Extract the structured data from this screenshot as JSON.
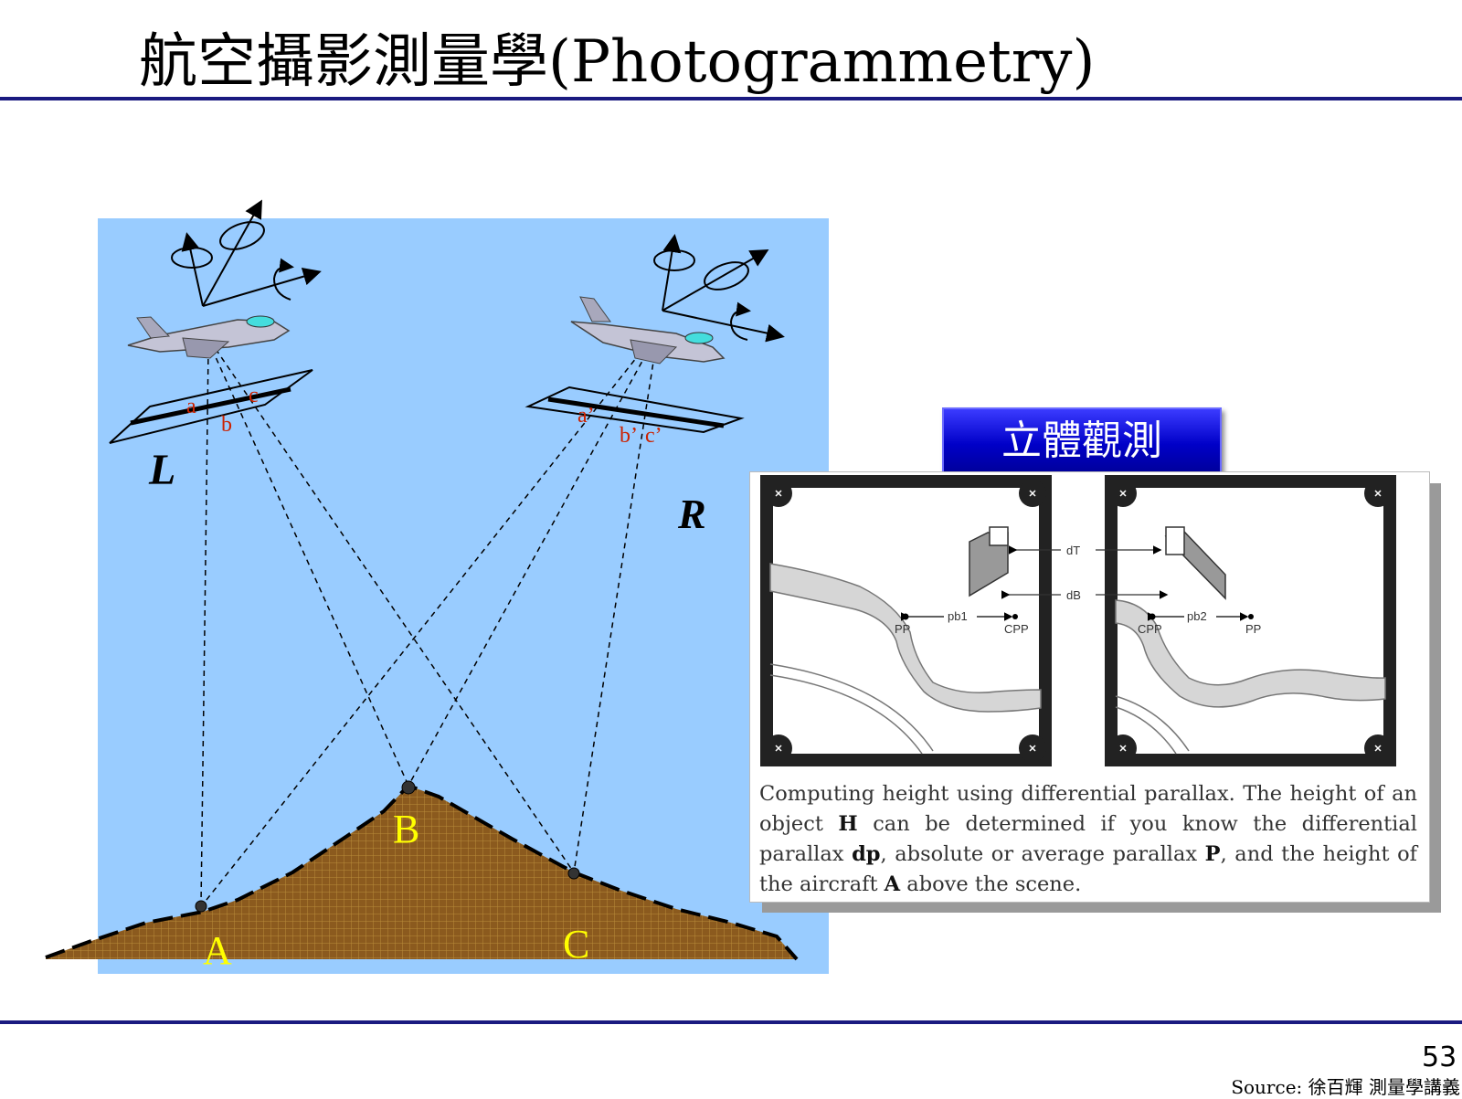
{
  "title": "航空攝影測量學(Photogrammetry)",
  "labels": {
    "left_photo": "L",
    "right_photo": "R",
    "left_images": [
      "a",
      "b",
      "c"
    ],
    "right_images": [
      "a’",
      "b’",
      "c’"
    ],
    "ground_points": [
      "A",
      "B",
      "C"
    ]
  },
  "badge": {
    "text": "立體觀測"
  },
  "stereo_pair": {
    "annotations": [
      "dT",
      "dB",
      "pb1",
      "pb2",
      "PP",
      "CPP"
    ],
    "caption_parts": [
      "Computing height using differential parallax. The height of an object ",
      "H",
      " can be determined if you know the differential parallax ",
      "dp",
      ", absolute or average parallax ",
      "P",
      ", and the height of the aircraft ",
      "A",
      " above the scene."
    ]
  },
  "footer": {
    "page_number": "53",
    "source": "Source: 徐百輝 測量學講義"
  },
  "colors": {
    "sky": "#99ccff",
    "terrain": "#8b5a1e",
    "point_label": "#ffff00",
    "image_label": "#cc2200",
    "rule": "#1a1a80",
    "badge": "#0000c8"
  },
  "icons": [
    "airplane-icon",
    "rotation-axes-icon",
    "close-x-icon"
  ]
}
